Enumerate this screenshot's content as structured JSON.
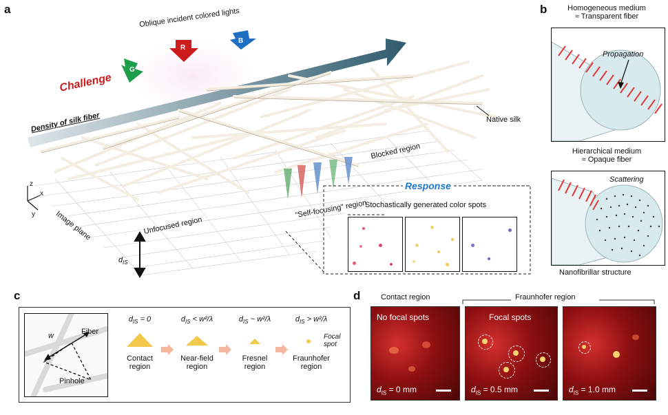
{
  "panel_a": {
    "letter": "a",
    "oblique_lights": "Oblique incident colored lights",
    "arrow_g": "G",
    "arrow_r": "R",
    "arrow_b": "B",
    "challenge": "Challenge",
    "density": "Density of silk fiber",
    "native_silk": "Native silk",
    "blocked_region": "Blocked region",
    "response": "Response",
    "self_focusing": "\"Self-focusing\" region",
    "stochastic": "Stochastically generated color spots",
    "unfocused": "Unfocused region",
    "image_plane": "Image plane",
    "axis_z": "z",
    "axis_x": "x",
    "axis_y": "y",
    "d_is": "d",
    "d_is_sub": "IS"
  },
  "panel_b": {
    "letter": "b",
    "homog_1": "Homogeneous medium",
    "homog_2": "≈ Transparent  fiber",
    "propagation": "Propagation",
    "hier_1": "Hierarchical medium",
    "hier_2": "≈ Opaque  fiber",
    "scattering": "Scattering",
    "nanofibrillar": "Nanofibrillar structure"
  },
  "panel_c": {
    "letter": "c",
    "w": "w",
    "fiber": "Fiber",
    "pinhole": "Pinhole",
    "stages": [
      {
        "cond_d": "d",
        "cond_sub": "IS",
        "cond_rest": " = 0",
        "line1": "Contact",
        "line2": "region"
      },
      {
        "cond_d": "d",
        "cond_sub": "IS",
        "cond_rest": " < w²/λ",
        "line1": "Near-field",
        "line2": "region"
      },
      {
        "cond_d": "d",
        "cond_sub": "IS",
        "cond_rest": " ~ w²/λ",
        "line1": "Fresnel",
        "line2": "region"
      },
      {
        "cond_d": "d",
        "cond_sub": "IS",
        "cond_rest": " > w²/λ",
        "line1": "Fraunhofer",
        "line2": "region"
      }
    ],
    "focal_1": "Focal",
    "focal_2": "spot"
  },
  "panel_d": {
    "letter": "d",
    "contact_region": "Contact region",
    "fraunhofer_region": "Fraunhofer region",
    "no_focal": "No focal spots",
    "focal_spots": "Focal spots",
    "d0": "= 0 mm",
    "d1": "= 0.5 mm",
    "d2": "= 1.0 mm",
    "d_sym": "d",
    "d_sub": "IS"
  },
  "colors": {
    "red": "#cc1b1b",
    "green": "#1e9e4a",
    "blue": "#1f6fc4",
    "yellow": "#f2c94c",
    "gradient_arrow": "#2f5c6e"
  }
}
